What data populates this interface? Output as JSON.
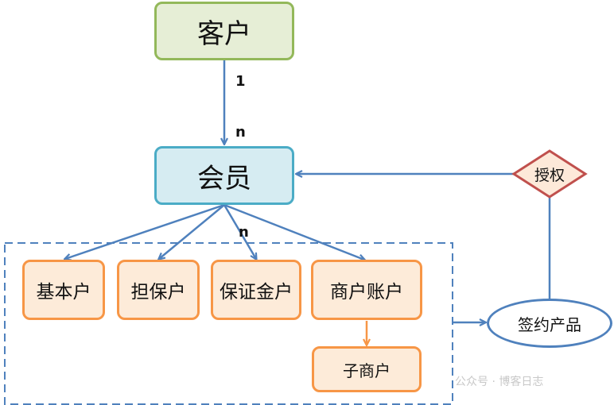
{
  "nodes": {
    "customer": "客户",
    "member": "会员",
    "basic_account": "基本户",
    "guarantee_account": "担保户",
    "deposit_account": "保证金户",
    "merchant_account": "商户账户",
    "sub_merchant": "子商户",
    "signed_product": "签约产品",
    "authorization": "授权"
  },
  "multiplicity": {
    "customer_side": "1",
    "member_side": "n",
    "accounts_side": "n"
  },
  "colors": {
    "arrow": "#4f81bd",
    "customer_fill": "#e6eed6",
    "customer_border": "#93b85a",
    "member_fill": "#d6ecf2",
    "member_border": "#4bacc6",
    "account_fill": "#fdebd9",
    "account_border": "#f79646",
    "diamond_fill": "#fde9d9",
    "diamond_border": "#c0504d"
  },
  "watermark": "公众号 · 博客日志"
}
